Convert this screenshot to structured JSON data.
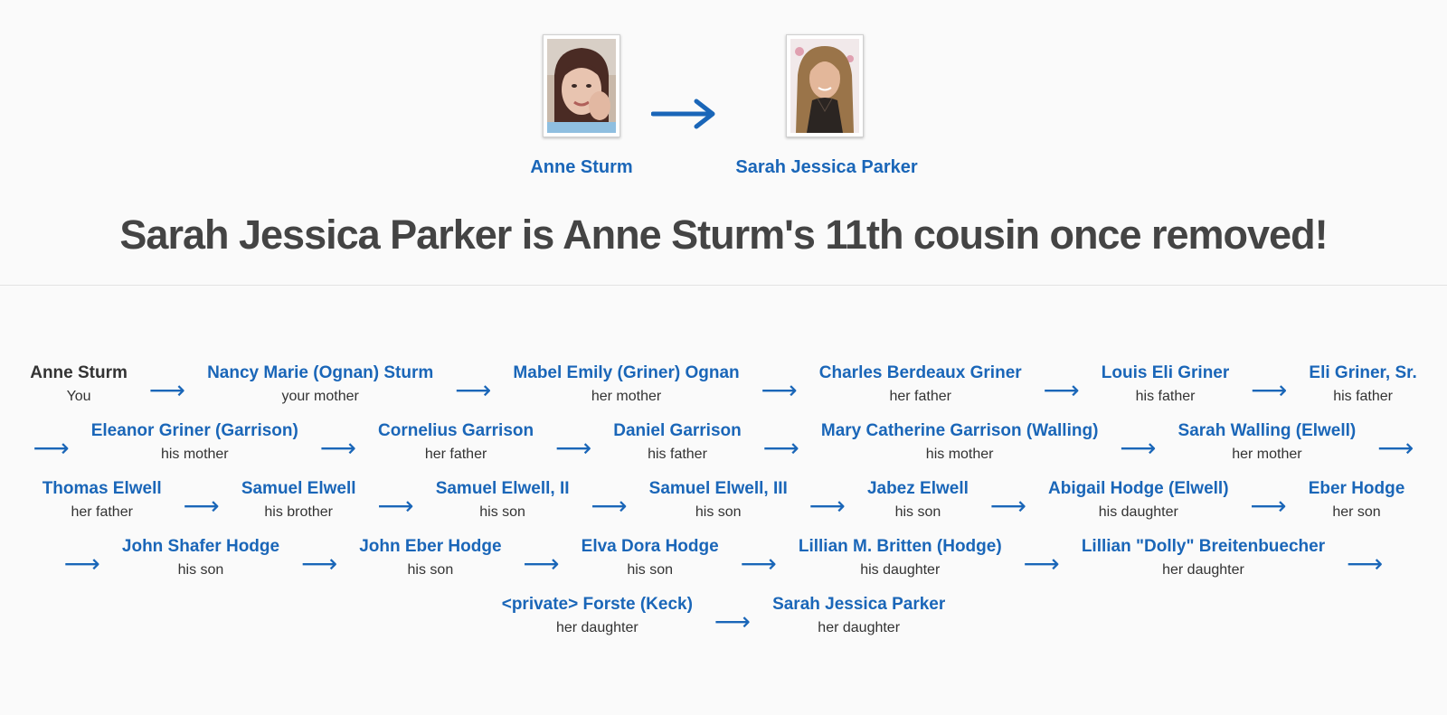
{
  "header": {
    "person_a": {
      "name": "Anne Sturm"
    },
    "person_b": {
      "name": "Sarah Jessica Parker"
    },
    "arrow_icon": "right-arrow-icon",
    "headline": "Sarah Jessica Parker is Anne Sturm's 11th cousin once removed!"
  },
  "chain": [
    {
      "name": "Anne Sturm",
      "relation": "You",
      "self": true
    },
    {
      "name": "Nancy Marie (Ognan) Sturm",
      "relation": "your mother"
    },
    {
      "name": "Mabel Emily (Griner) Ognan",
      "relation": "her mother"
    },
    {
      "name": "Charles Berdeaux Griner",
      "relation": "her father"
    },
    {
      "name": "Louis Eli Griner",
      "relation": "his father"
    },
    {
      "name": "Eli Griner, Sr.",
      "relation": "his father"
    },
    {
      "name": "Eleanor Griner (Garrison)",
      "relation": "his mother"
    },
    {
      "name": "Cornelius Garrison",
      "relation": "her father"
    },
    {
      "name": "Daniel Garrison",
      "relation": "his father"
    },
    {
      "name": "Mary Catherine Garrison (Walling)",
      "relation": "his mother"
    },
    {
      "name": "Sarah Walling (Elwell)",
      "relation": "her mother"
    },
    {
      "name": "Thomas Elwell",
      "relation": "her father"
    },
    {
      "name": "Samuel Elwell",
      "relation": "his brother"
    },
    {
      "name": "Samuel Elwell, II",
      "relation": "his son"
    },
    {
      "name": "Samuel Elwell, III",
      "relation": "his son"
    },
    {
      "name": "Jabez Elwell",
      "relation": "his son"
    },
    {
      "name": "Abigail Hodge (Elwell)",
      "relation": "his daughter"
    },
    {
      "name": "Eber Hodge",
      "relation": "her son"
    },
    {
      "name": "John Shafer Hodge",
      "relation": "his son"
    },
    {
      "name": "John Eber Hodge",
      "relation": "his son"
    },
    {
      "name": "Elva Dora Hodge",
      "relation": "his son"
    },
    {
      "name": "Lillian M. Britten (Hodge)",
      "relation": "his daughter"
    },
    {
      "name": "Lillian \"Dolly\" Breitenbuecher",
      "relation": "her daughter"
    },
    {
      "name": "<private> Forste (Keck)",
      "relation": "her daughter"
    },
    {
      "name": "Sarah Jessica Parker",
      "relation": "her daughter"
    }
  ],
  "arrow_glyph": "⟶",
  "colors": {
    "link": "#1a66b8",
    "text": "#333333",
    "headline": "#444444",
    "background": "#fafafa"
  }
}
